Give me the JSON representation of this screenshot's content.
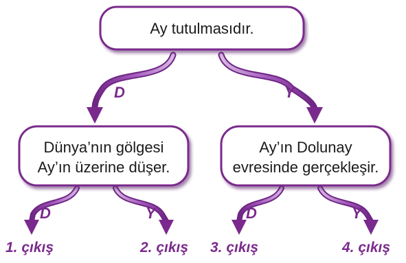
{
  "colors": {
    "accent": "#7a2a8c",
    "arrow_light": "#c79bd6",
    "arrow_mid": "#a45bbd",
    "arrow_dark": "#6e2584",
    "box_fill": "#ffffff",
    "box_stroke": "#7a2a8c"
  },
  "root": {
    "text": "Ay tutulmasıdır."
  },
  "left": {
    "branch_label": "D",
    "line1": "Dünya’nın gölgesi",
    "line2": "Ay’ın üzerine düşer."
  },
  "right": {
    "branch_label": "Y",
    "line1": "Ay’ın Dolunay",
    "line2": "evresinde gerçekleşir."
  },
  "bottom_branches": {
    "left_d": "D",
    "left_y": "Y",
    "right_d": "D",
    "right_y": "Y"
  },
  "exits": {
    "exit1": "1. çıkış",
    "exit2": "2. çıkış",
    "exit3": "3. çıkış",
    "exit4": "4. çıkış"
  }
}
